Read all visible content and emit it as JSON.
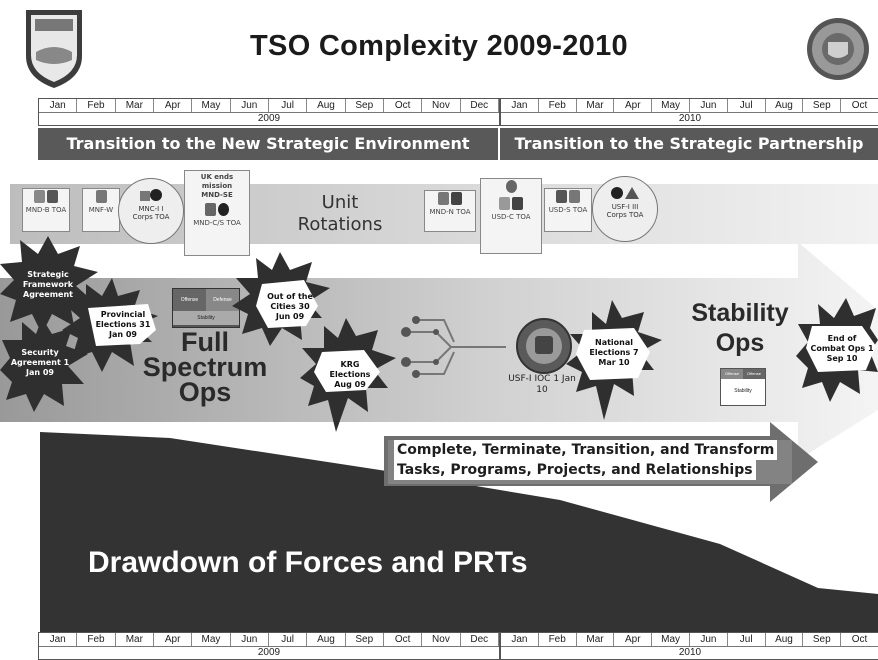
{
  "title": "TSO Complexity 2009-2010",
  "timeline": {
    "months_2009": [
      "Jan",
      "Feb",
      "Mar",
      "Apr",
      "May",
      "Jun",
      "Jul",
      "Aug",
      "Sep",
      "Oct",
      "Nov",
      "Dec"
    ],
    "months_2010": [
      "Jan",
      "Feb",
      "Mar",
      "Apr",
      "May",
      "Jun",
      "Jul",
      "Aug",
      "Sep",
      "Oct"
    ],
    "year_2009": "2009",
    "year_2010": "2010"
  },
  "phases": {
    "first": "Transition to the New Strategic Environment",
    "second": "Transition to the Strategic Partnership"
  },
  "unit_rotations": {
    "label_line1": "Unit",
    "label_line2": "Rotations",
    "cards": [
      "MND-B TOA",
      "MNF-W",
      "MNC-I I Corps TOA",
      "MND-C/S TOA",
      "MND-N TOA",
      "USD-C TOA",
      "USD-S TOA",
      "USF-I III Corps TOA"
    ],
    "uk_ends_title": "UK ends mission MND-SE"
  },
  "events": {
    "sfa": "Strategic Framework Agreement",
    "security": "Security Agreement 1 Jan 09",
    "provincial": "Provincial Elections 31 Jan 09",
    "cities": "Out of the Cities 30 Jun 09",
    "krg": "KRG Elections Aug 09",
    "usfi": "USF-I IOC 1 Jan 10",
    "national": "National Elections 7 Mar 10",
    "combat": "End of Combat Ops 1 Sep 10"
  },
  "full_spectrum": {
    "line1": "Full",
    "line2": "Spectrum",
    "line3": "Ops",
    "icon_labels": [
      "Offense",
      "Defense",
      "Stability"
    ]
  },
  "stability_ops": {
    "line1": "Stability",
    "line2": "Ops",
    "icon_labels": [
      "Offense",
      "Offense",
      "Stability"
    ]
  },
  "transform": {
    "line1": "Complete, Terminate, Transition, and Transform",
    "line2": "Tasks, Programs, Projects, and Relationships"
  },
  "drawdown": "Drawdown of Forces and PRTs",
  "colors": {
    "dark": "#333333",
    "phase": "#595959",
    "burst": "#2f2f2f",
    "arrow": "#d9d9d9"
  }
}
